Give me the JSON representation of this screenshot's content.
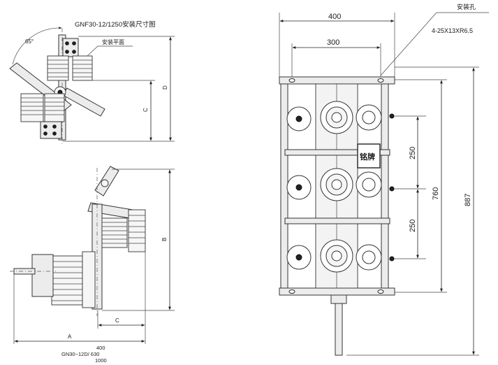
{
  "top_left_view": {
    "title": "GNF30-12/1250安装尺寸图",
    "angle_label": "65°",
    "mount_plane_label": "安装平面",
    "dim_c": "C",
    "dim_d": "D"
  },
  "bottom_left_view": {
    "dim_b": "B",
    "dim_c": "C",
    "dim_a": "A",
    "footnote_lines": [
      "400",
      "GN30~12D/ 630",
      "1000"
    ]
  },
  "right_view": {
    "width_total": "400",
    "width_inner": "300",
    "hole_label": "安装孔",
    "hole_spec": "4-25X13XR6.5",
    "pitch_1": "250",
    "pitch_2": "250",
    "height_760": "760",
    "height_887": "887",
    "nameplate": "铭牌"
  }
}
